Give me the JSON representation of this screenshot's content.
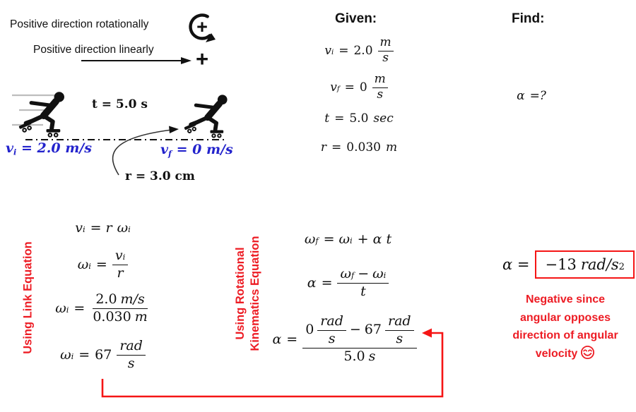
{
  "colors": {
    "blue_text": "#2323CC",
    "red_text": "#ED1C24",
    "red_line": "#F51515",
    "black": "#111111",
    "speed_line_gray": "#BDBDBD"
  },
  "top_left": {
    "rotational_label": "Positive direction rotationally",
    "rotational_plus": "+",
    "linear_label": "Positive direction linearly",
    "linear_plus": "+"
  },
  "diagram": {
    "time_label": "t = 5.0 s",
    "vi": {
      "base": "v",
      "sub": "i",
      "rest": "= 2.0 m/s"
    },
    "vf": {
      "base": "v",
      "sub": "f",
      "rest": "= 0 m/s"
    },
    "radius_label": "r = 3.0 cm"
  },
  "given": {
    "heading": "Given:",
    "vi": {
      "base": "v",
      "sub": "i",
      "eq": "=",
      "val": "2.0",
      "num": "m",
      "den": "s"
    },
    "vf": {
      "base": "v",
      "sub": "f",
      "eq": "=",
      "val": "0",
      "num": "m",
      "den": "s"
    },
    "t": {
      "base": "t",
      "eq": "=",
      "val": "5.0",
      "unit": "sec"
    },
    "r": {
      "base": "r",
      "eq": "=",
      "val": "0.030",
      "unit": "m"
    }
  },
  "find": {
    "heading": "Find:",
    "alpha": "α",
    "eq": "=?"
  },
  "link_section": {
    "label": "Using Link Equation",
    "eq1": {
      "l_base": "v",
      "l_sub": "i",
      "mid": "= r",
      "r_base": "ω",
      "r_sub": "i"
    },
    "eq2": {
      "l_base": "ω",
      "l_sub": "i",
      "eq": "=",
      "num_base": "v",
      "num_sub": "i",
      "den": "r"
    },
    "eq3": {
      "l_base": "ω",
      "l_sub": "i",
      "eq": "=",
      "num_val": "2.0",
      "num_unit": "m/s",
      "den_val": "0.030",
      "den_unit": "m"
    },
    "eq4": {
      "l_base": "ω",
      "l_sub": "i",
      "eq": "=",
      "val": "67",
      "num": "rad",
      "den": "s"
    }
  },
  "kinematics_section": {
    "label_line1": "Using Rotational",
    "label_line2": "Kinematics Equation",
    "eq1": {
      "l_base": "ω",
      "l_sub": "f",
      "mid": "= ω",
      "mid_sub": "i",
      "tail": "+ α t"
    },
    "eq2": {
      "lhs": "α",
      "eq": "=",
      "num1": "ω",
      "num1_sub": "f",
      "minus": "−",
      "num2": "ω",
      "num2_sub": "i",
      "den": "t"
    },
    "eq3": {
      "lhs": "α",
      "eq": "=",
      "n1": "0",
      "f1_num": "rad",
      "f1_den": "s",
      "minus": "−",
      "n2": "67",
      "f2_num": "rad",
      "f2_den": "s",
      "den_val": "5.0",
      "den_unit": "s"
    }
  },
  "answer": {
    "lhs": "α",
    "eq": "=",
    "value": "−13",
    "unit": "rad/s",
    "sup": "2",
    "note_line1": "Negative since",
    "note_line2": "angular opposes",
    "note_line3": "direction of angular",
    "note_line4": "velocity",
    "note_icon": "smiley-face"
  }
}
